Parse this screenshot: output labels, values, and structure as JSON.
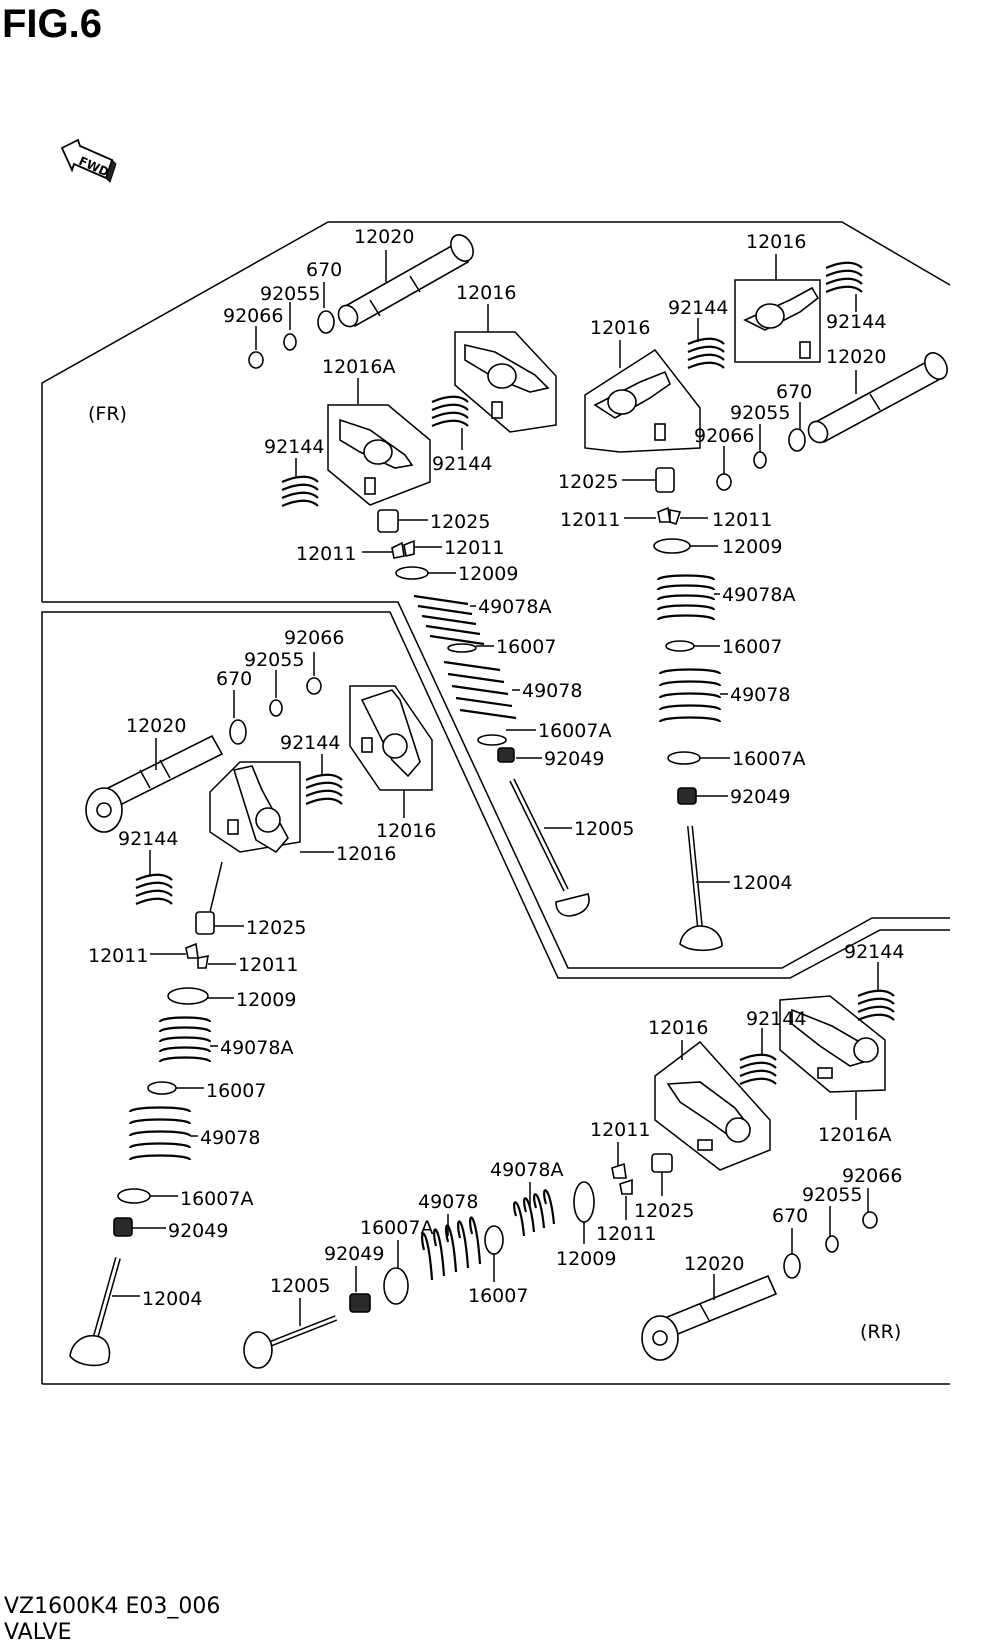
{
  "figure": {
    "title": "FIG.6",
    "model_code": "VZ1600K4 E03_006",
    "caption": "VALVE",
    "direction_badge": "FWD",
    "regions": {
      "front": "(FR)",
      "rear": "(RR)"
    }
  },
  "icons": [
    "fwd-arrow-icon"
  ],
  "part_labels": {
    "fr_left": {
      "shaft": "12020",
      "oring": "670",
      "pin_a": "92055",
      "pin_b": "92066",
      "rocker_a": "12016A",
      "rocker": "12016",
      "spring_left": "92144",
      "spring_right": "92144",
      "adjuster": "12025",
      "cotter_left": "12011",
      "cotter_right": "12011",
      "retainer": "12009",
      "outer_spring": "49078A",
      "seat_upper": "16007",
      "inner_spring": "49078",
      "seat_lower": "16007A",
      "seal": "92049",
      "valve": "12005"
    },
    "fr_right": {
      "rocker_top": "12016",
      "spring_top": "92144",
      "spring_top2": "92144",
      "rocker_mid": "12016",
      "shaft": "12020",
      "oring": "670",
      "pin_a": "92055",
      "pin_b": "92066",
      "adjuster": "12025",
      "cotter_left": "12011",
      "cotter_right": "12011",
      "retainer": "12009",
      "outer_spring": "49078A",
      "seat_upper": "16007",
      "inner_spring": "49078",
      "seat_lower": "16007A",
      "seal": "92049",
      "valve": "12004"
    },
    "rr_left": {
      "pin_b": "92066",
      "pin_a": "92055",
      "oring": "670",
      "shaft": "12020",
      "spring_top": "92144",
      "spring_bottom": "92144",
      "rocker_right": "12016",
      "rocker_left": "12016",
      "adjuster": "12025",
      "cotter_left": "12011",
      "cotter_right": "12011",
      "retainer": "12009",
      "outer_spring": "49078A",
      "seat_upper": "16007",
      "inner_spring": "49078",
      "seat_lower": "16007A",
      "seal": "92049",
      "valve": "12004"
    },
    "rr_right": {
      "spring_top": "92144",
      "spring_mid": "92144",
      "rocker": "12016",
      "rocker_a": "12016A",
      "cotter_top": "12011",
      "adjuster": "12025",
      "cotter_bottom": "12011",
      "retainer": "12009",
      "outer_spring": "49078A",
      "inner_spring": "49078",
      "seat_lower": "16007A",
      "seat_upper": "16007",
      "seal": "92049",
      "valve": "12005",
      "pin_b": "92066",
      "pin_a": "92055",
      "oring": "670",
      "shaft": "12020"
    }
  }
}
